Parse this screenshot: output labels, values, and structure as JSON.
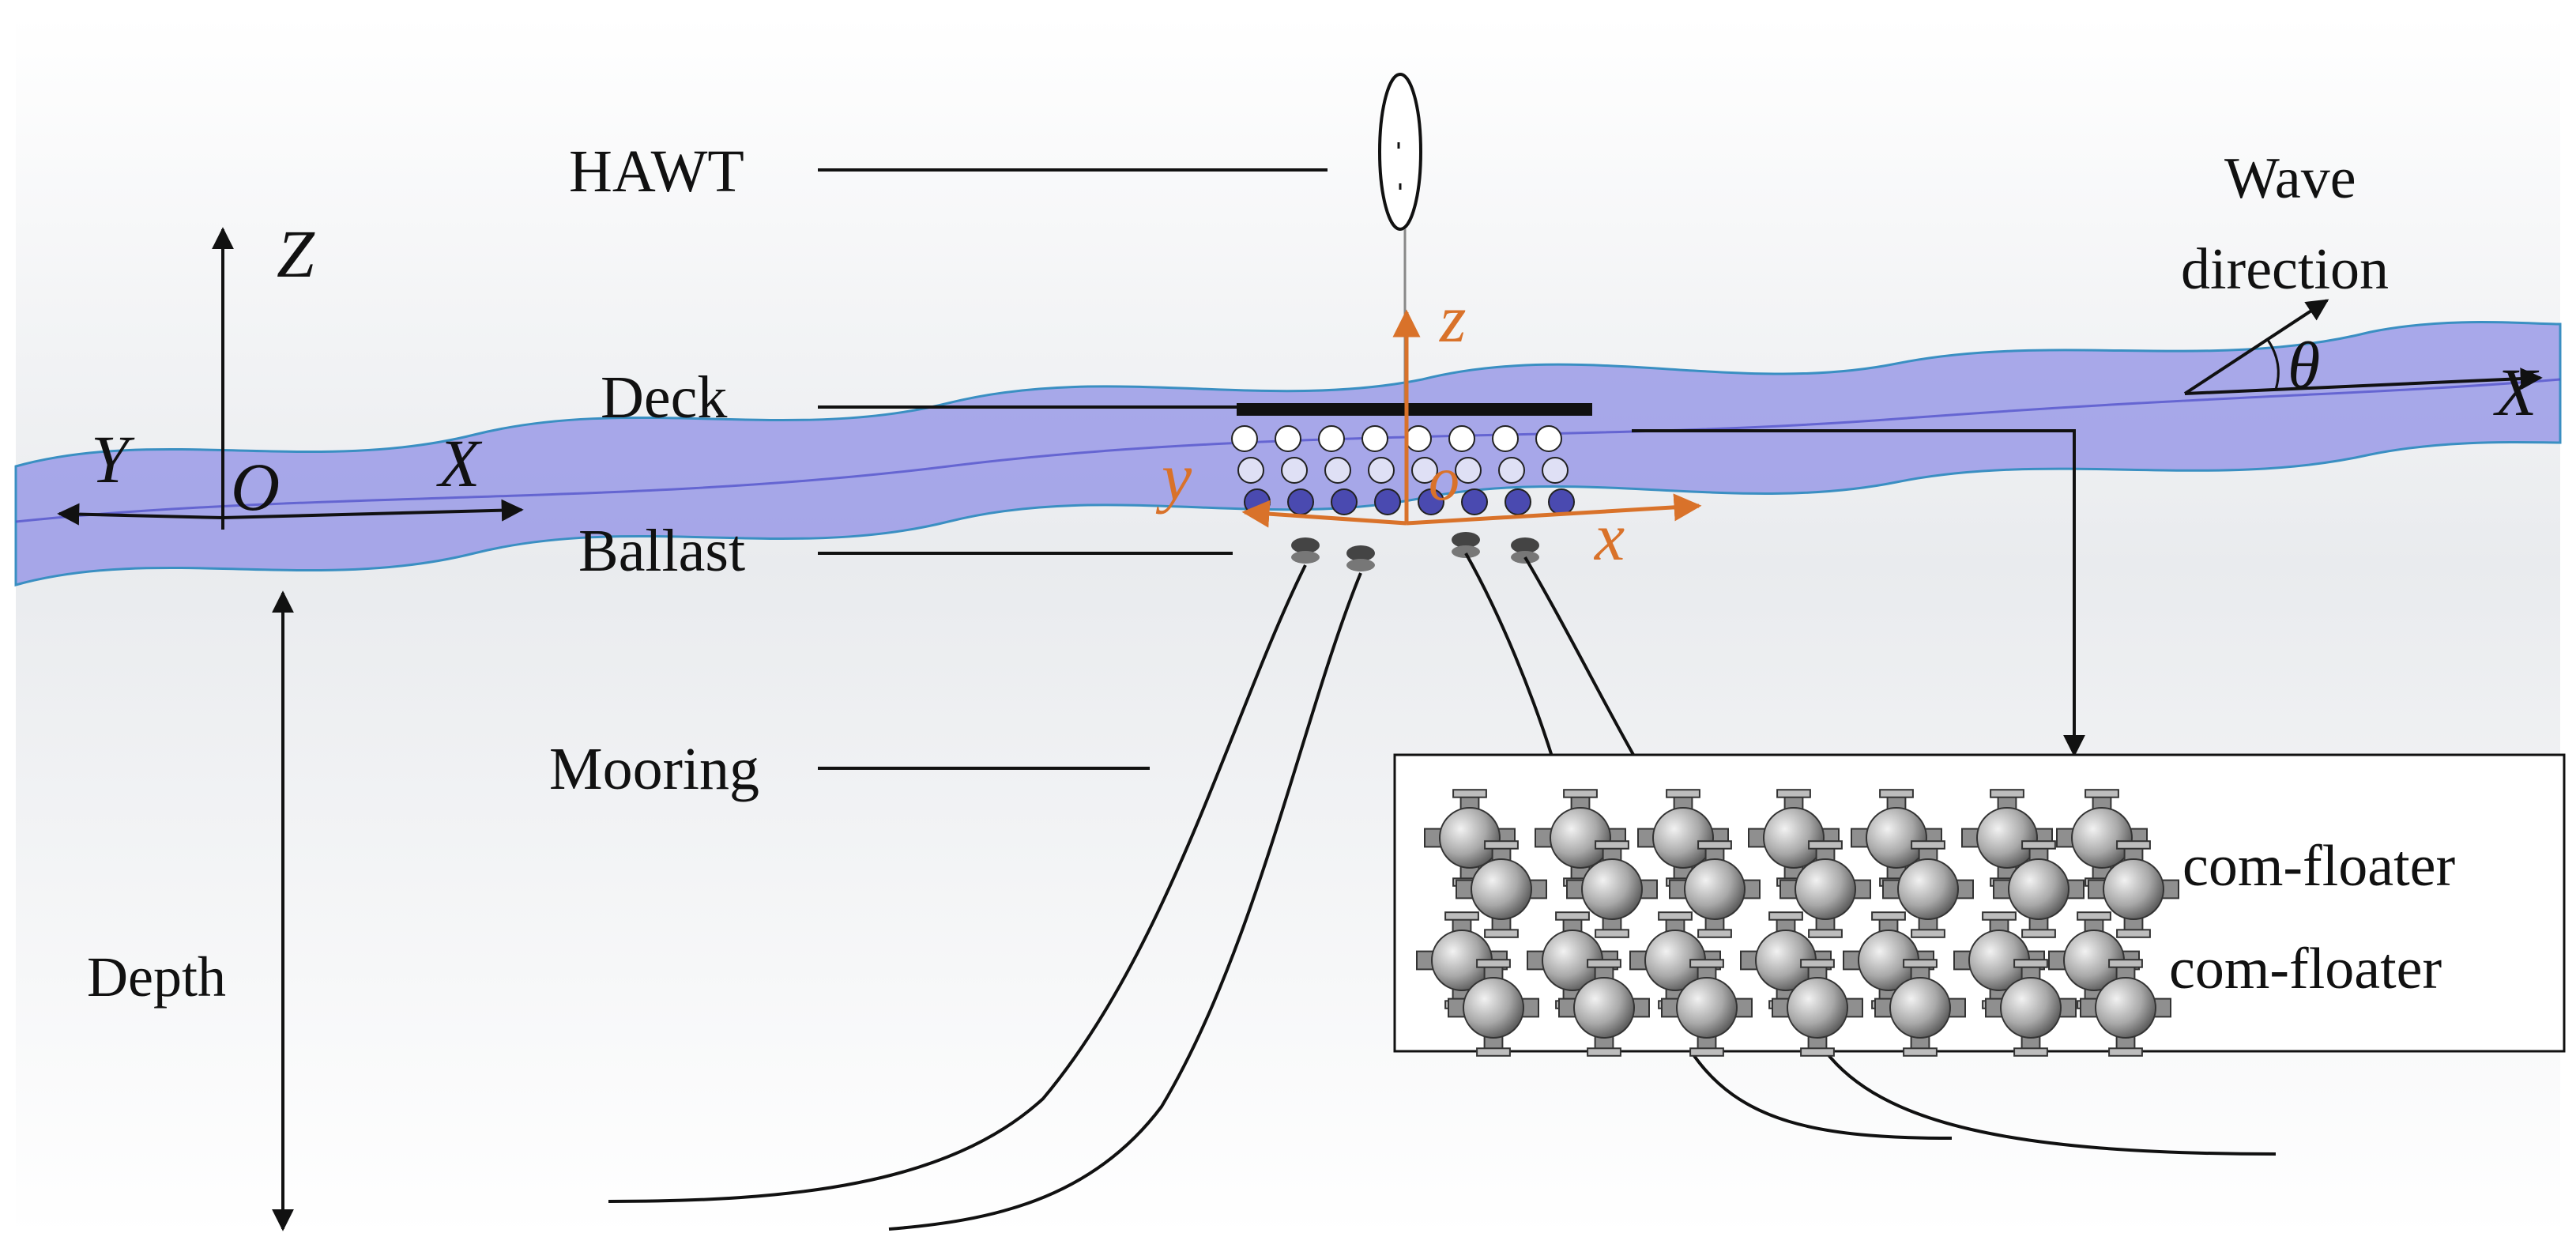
{
  "labels": {
    "hawt": "HAWT",
    "deck": "Deck",
    "ballast": "Ballast",
    "mooring": "Mooring",
    "depth": "Depth",
    "wave_direction_line1": "Wave",
    "wave_direction_line2": "direction",
    "com_floater_top": "com-floater",
    "com_floater_bottom": "com-floater"
  },
  "global_axes": {
    "Z": "Z",
    "Y": "Y",
    "X": "X",
    "O": "O"
  },
  "local_axes": {
    "z": "z",
    "y": "y",
    "x": "x",
    "o": "o"
  },
  "wave_axes": {
    "theta": "θ",
    "X": "X"
  },
  "colors": {
    "wave": "#8f8fe6",
    "wave_edge": "#3a8fc2",
    "local_axis": "#d9722a",
    "ink": "#111111",
    "floater": "#b9b9b9"
  }
}
